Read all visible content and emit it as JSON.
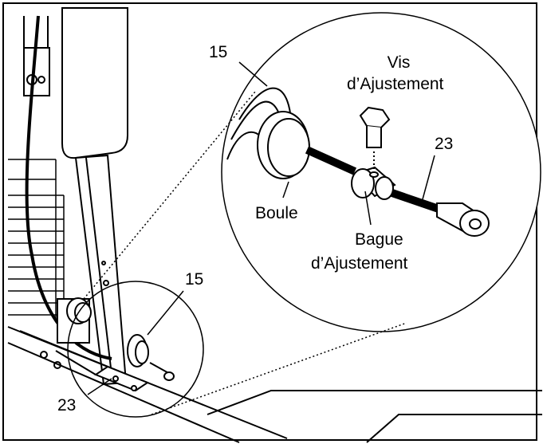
{
  "labels": {
    "part_15_top": "15",
    "vis_line1": "Vis",
    "vis_line2": "d’Ajustement",
    "part_23_top": "23",
    "boule": "Boule",
    "bague_line1": "Bague",
    "bague_line2": "d’Ajustement",
    "part_15_bottom": "15",
    "part_23_bottom": "23"
  }
}
